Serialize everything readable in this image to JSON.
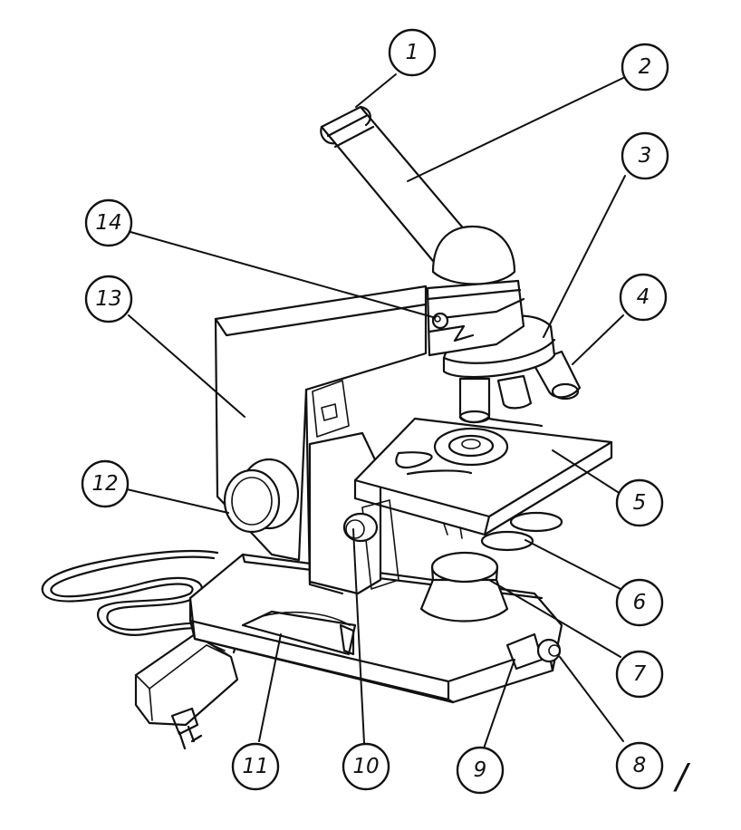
{
  "labels": [
    "1",
    "2",
    "3",
    "4",
    "5",
    "6",
    "7",
    "8",
    "9",
    "10",
    "11",
    "12",
    "13",
    "14"
  ],
  "mark": "/"
}
